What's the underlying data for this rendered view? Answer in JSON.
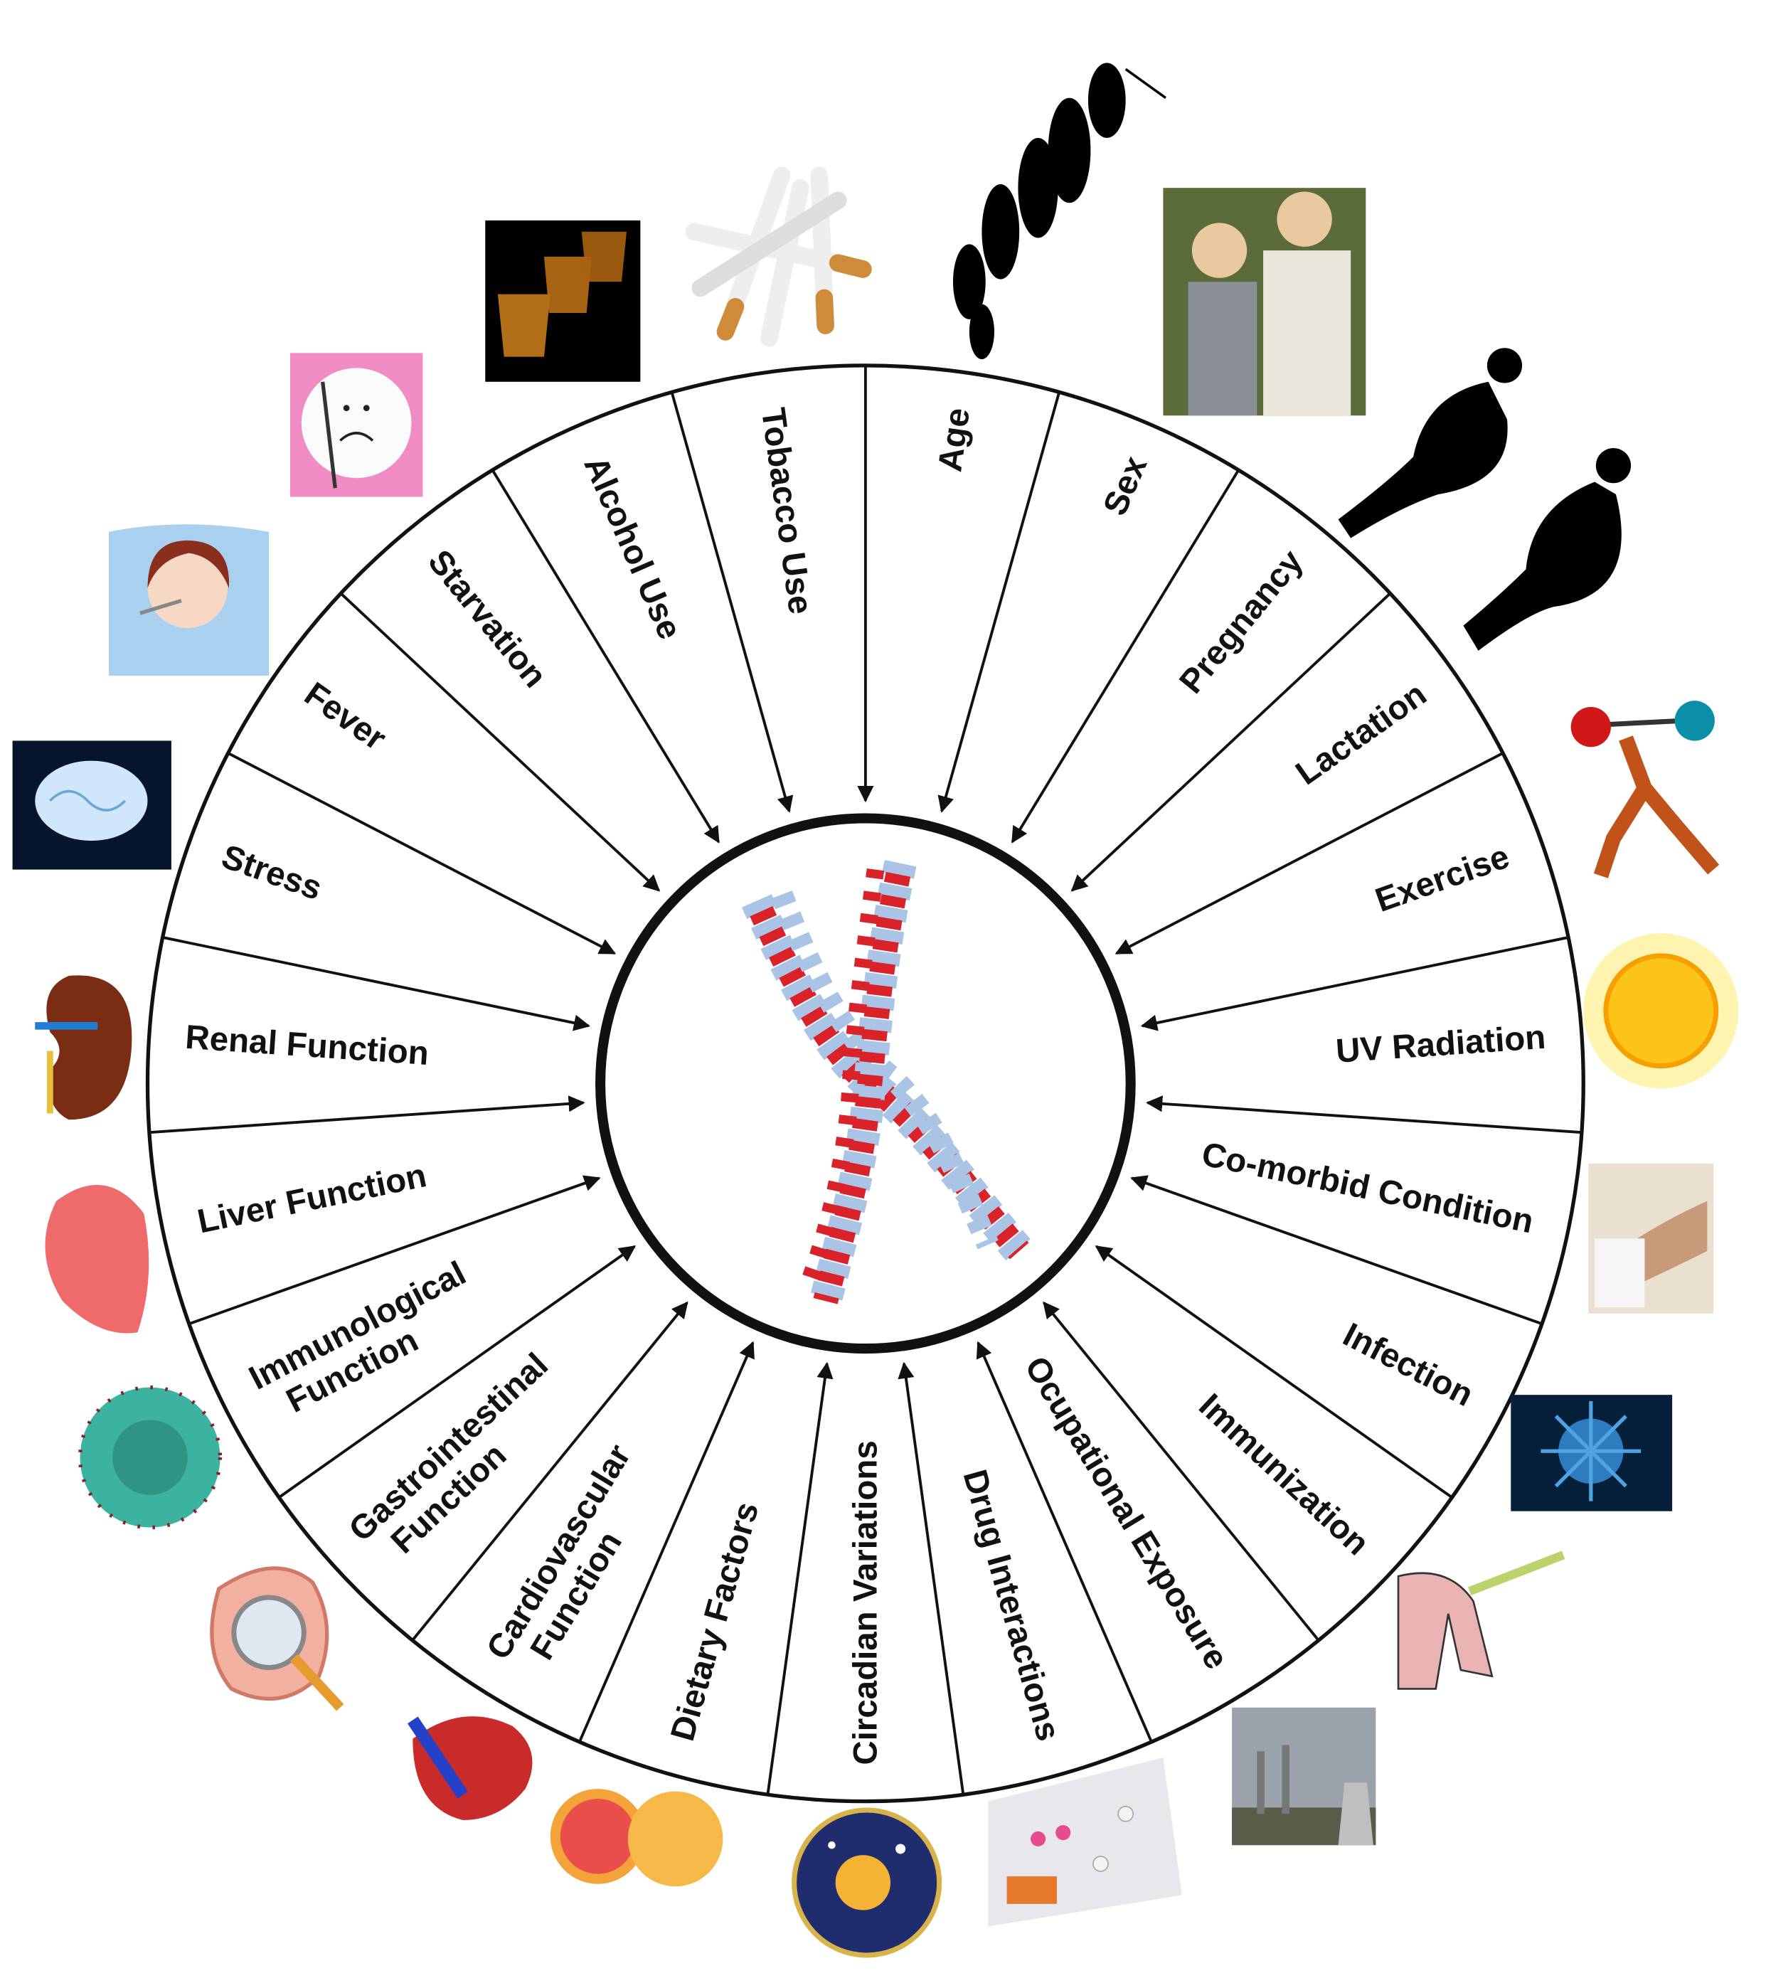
{
  "diagram": {
    "center_label": "chromosome",
    "factors": [
      {
        "lines": [
          "Age"
        ]
      },
      {
        "lines": [
          "Sex"
        ]
      },
      {
        "lines": [
          "Pregnancy"
        ]
      },
      {
        "lines": [
          "Lactation"
        ]
      },
      {
        "lines": [
          "Exercise"
        ]
      },
      {
        "lines": [
          "UV Radiation"
        ]
      },
      {
        "lines": [
          "Co-morbid Condition"
        ]
      },
      {
        "lines": [
          "Infection"
        ]
      },
      {
        "lines": [
          "Immunization"
        ]
      },
      {
        "lines": [
          "Ocupational Exposure"
        ]
      },
      {
        "lines": [
          "Drug Interactions"
        ]
      },
      {
        "lines": [
          "Circadian Variations"
        ]
      },
      {
        "lines": [
          "Dietary Factors"
        ]
      },
      {
        "lines": [
          "Cardiovascular",
          "Function"
        ]
      },
      {
        "lines": [
          "Gastrointestinal",
          "Function"
        ]
      },
      {
        "lines": [
          "Immunological",
          "Function"
        ]
      },
      {
        "lines": [
          "Liver Function"
        ]
      },
      {
        "lines": [
          "Renal Function"
        ]
      },
      {
        "lines": [
          "Stress"
        ]
      },
      {
        "lines": [
          "Fever"
        ]
      },
      {
        "lines": [
          "Starvation"
        ]
      },
      {
        "lines": [
          "Alcohol Use"
        ]
      },
      {
        "lines": [
          "Tobacco Use"
        ]
      }
    ],
    "colors": {
      "ring": "#111111",
      "chromosome_red": "#d9222a",
      "chromosome_blue": "#a9c4e4"
    }
  }
}
